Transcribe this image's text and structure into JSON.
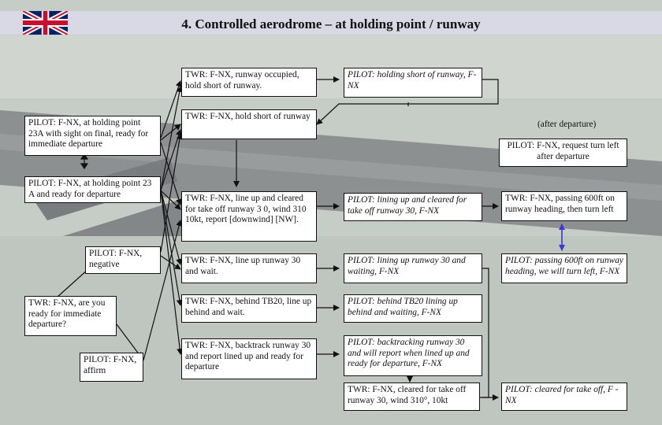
{
  "title": "4. Controlled aerodrome – at holding point / runway",
  "flag_icon": "uk-flag-icon",
  "colors": {
    "header_bg": "#d9d9e6",
    "arrow": "#111111",
    "arrow_blue": "#3a3ad0"
  },
  "boxes": {
    "pilot_holding_sight": "PILOT: F-NX, at holding point 23A with sight on final, ready for immediate departure",
    "pilot_holding_ready": "PILOT: F-NX, at holding point 23 A and ready for departure",
    "pilot_negative": "PILOT: F-NX, negative",
    "twr_are_you_ready": "TWR: F-NX, are you ready for immediate departure?",
    "pilot_affirm": "PILOT: F-NX, affirm",
    "twr_runway_occupied": "TWR: F-NX, runway occupied, hold short of runway.",
    "twr_hold_short": "TWR: F-NX, hold short of runway",
    "twr_line_up_cleared": "TWR: F-NX, line up and cleared for take off runway 3 0, wind 310 10kt, report [downwind] [NW].",
    "twr_line_up_wait": "TWR: F-NX, line up runway 30 and wait.",
    "twr_behind_tb20": "TWR: F-NX, behind TB20, line up behind and wait.",
    "twr_backtrack": "TWR: F-NX, backtrack runway 30 and report lined up and ready for departure",
    "pilot_holding_short": "PILOT: holding short of runway, F-NX",
    "pilot_lining_up_cleared": "PILOT: lining up and cleared for take off runway 30, F-NX",
    "pilot_lining_up_waiting": "PILOT: lining up runway 30 and waiting, F-NX",
    "pilot_behind_tb20": "PILOT: behind TB20 lining up behind and waiting, F-NX",
    "pilot_backtracking": "PILOT: backtracking runway 30 and will report when lined up and ready for departure, F-NX",
    "twr_cleared_takeoff": "TWR: F-NX, cleared for take off runway 30, wind 310°, 10kt",
    "after_departure": "(after departure)",
    "pilot_request_turn_left": "PILOT: F-NX, request turn left after departure",
    "twr_passing_600": "TWR: F-NX, passing 600ft on runway heading, then turn left",
    "pilot_passing_600": "PILOT: passing 600ft on runway heading, we will turn left, F-NX",
    "pilot_cleared_takeoff": "PILOT: cleared for take off, F -NX"
  }
}
